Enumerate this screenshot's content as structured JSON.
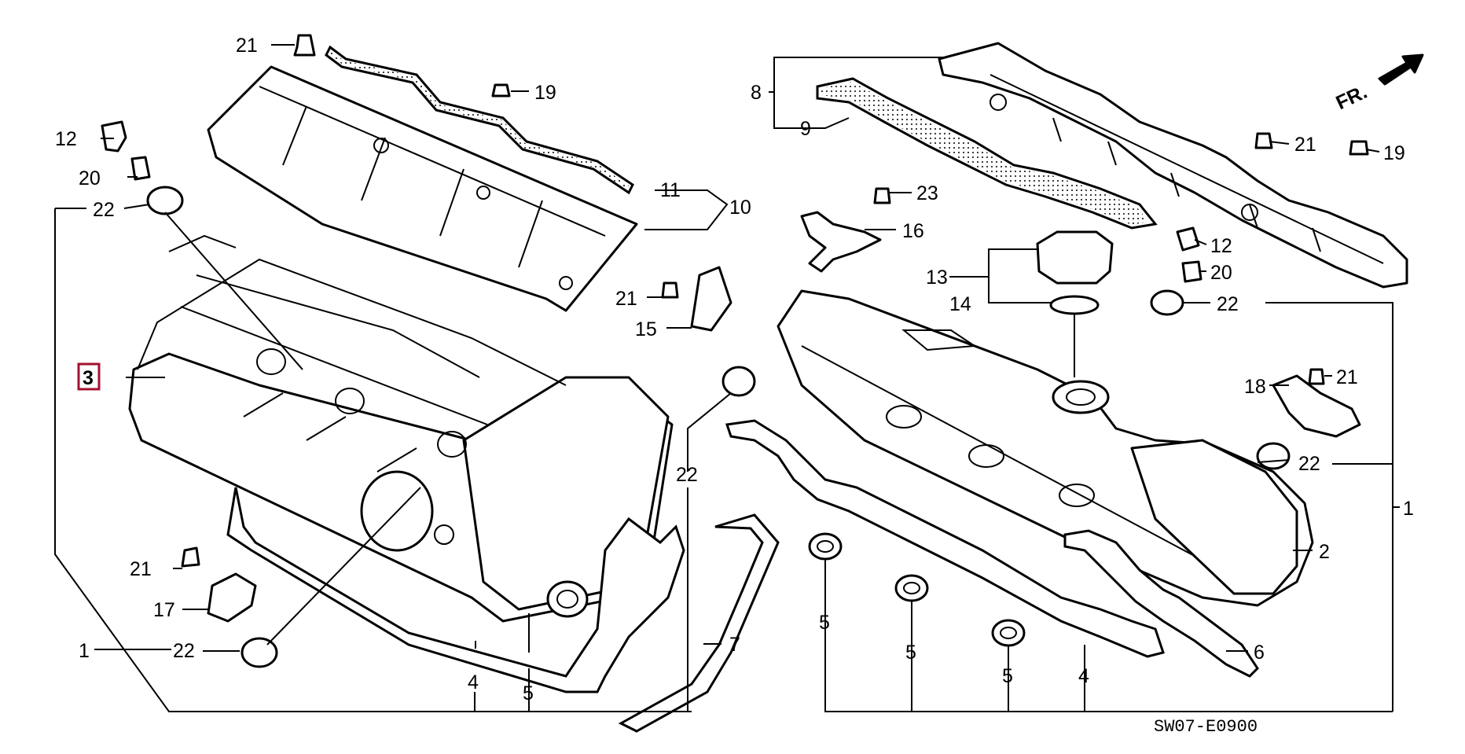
{
  "diagram": {
    "code": "SW07-E0900",
    "direction_label": "FR.",
    "highlighted_ref": "3",
    "refs": [
      "1",
      "2",
      "3",
      "4",
      "5",
      "6",
      "7",
      "8",
      "9",
      "10",
      "11",
      "12",
      "13",
      "14",
      "15",
      "16",
      "17",
      "18",
      "19",
      "20",
      "21",
      "22",
      "23"
    ]
  },
  "colors": {
    "highlight": "#a3112f",
    "line": "#000000",
    "background": "#ffffff"
  }
}
